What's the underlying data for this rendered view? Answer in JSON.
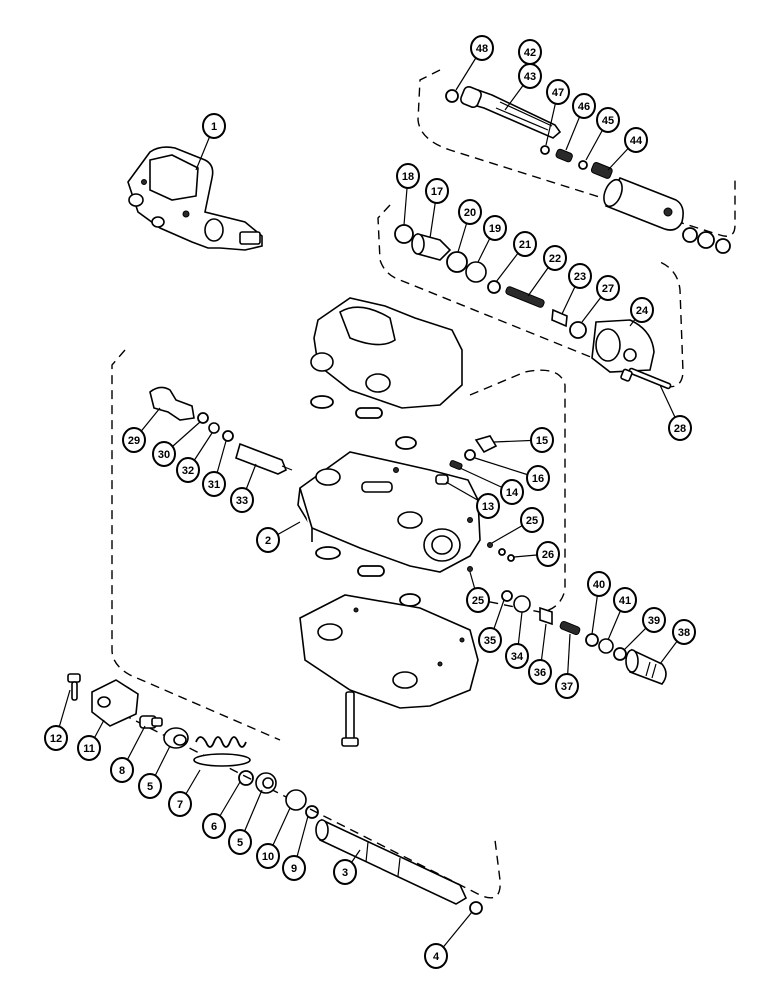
{
  "colors": {
    "ink": "#000000",
    "paper": "#ffffff"
  },
  "callouts": {
    "c1": "1",
    "c2": "2",
    "c3": "3",
    "c4": "4",
    "c5a": "5",
    "c5b": "5",
    "c6": "6",
    "c7": "7",
    "c8": "8",
    "c9": "9",
    "c10": "10",
    "c11": "11",
    "c12": "12",
    "c13": "13",
    "c14": "14",
    "c15": "15",
    "c16": "16",
    "c17": "17",
    "c18": "18",
    "c19": "19",
    "c20": "20",
    "c21": "21",
    "c22": "22",
    "c23": "23",
    "c24": "24",
    "c25a": "25",
    "c25b": "25",
    "c26": "26",
    "c27": "27",
    "c28": "28",
    "c29": "29",
    "c30": "30",
    "c31": "31",
    "c32": "32",
    "c33": "33",
    "c34": "34",
    "c35": "35",
    "c36": "36",
    "c37": "37",
    "c38": "38",
    "c39": "39",
    "c40": "40",
    "c41": "41",
    "c42": "42",
    "c43": "43",
    "c44": "44",
    "c45": "45",
    "c46": "46",
    "c47": "47",
    "c48": "48"
  }
}
